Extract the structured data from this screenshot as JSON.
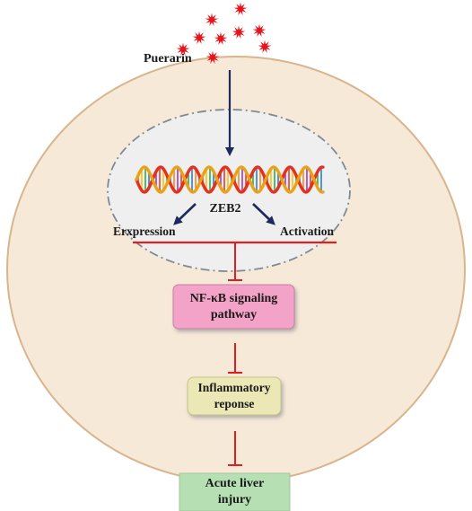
{
  "stimulus": {
    "label": "Puerarin",
    "marker_color": "#e8141c"
  },
  "nucleus": {
    "gene_label": "ZEB2",
    "left_outcome": "Erxpression",
    "right_outcome": "Activation"
  },
  "pathway_box": {
    "line1": "NF-κB signaling",
    "line2": "pathway",
    "fill": "#f4a3c8"
  },
  "response_box": {
    "line1": "Inflammatory",
    "line2": "reponse",
    "fill": "#ece8b6"
  },
  "outcome_box": {
    "line1": "Acute liver",
    "line2": "injury",
    "fill": "#b6e0b4"
  },
  "colors": {
    "cell_fill": "#f6e9d8",
    "cell_stroke": "#d8b58c",
    "nucleus_fill": "#efefef",
    "arrow": "#1f2a5c",
    "inhibit": "#e02020"
  }
}
